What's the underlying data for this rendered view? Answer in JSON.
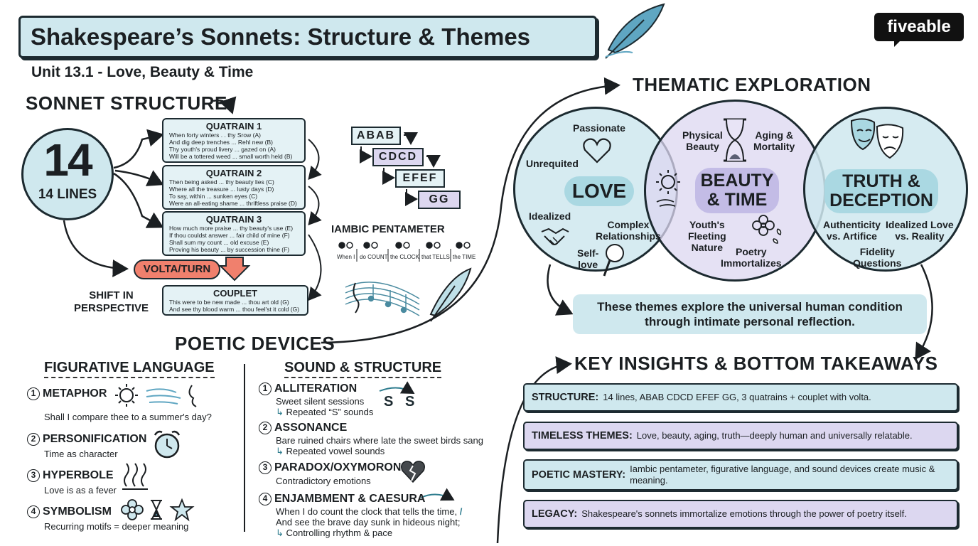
{
  "header": {
    "title": "Shakespeare’s Sonnets: Structure & Themes",
    "unit": "Unit 13.1 - Love, Beauty & Time",
    "logo": "fiveable"
  },
  "structure": {
    "heading": "SONNET STRUCTURE",
    "lines_number": "14",
    "lines_label": "14 LINES",
    "quatrains": [
      {
        "title": "QUATRAIN 1",
        "lines": [
          "When forty winters . . thy Srow (A)",
          "And dig deep trenches ... Rehl new (B)",
          "Thy youth's proud livery ... gazed on (A)",
          "Will be a tottered weed ... small worth held (B)"
        ]
      },
      {
        "title": "QUATRAIN 2",
        "lines": [
          "Then being asked ... thy beauty lies (C)",
          "Where all the treasure ... lusty days (D)",
          "To say, within ... sunken eyes (C)",
          "Were an all-eating shame ... thriftless praise (D)"
        ]
      },
      {
        "title": "QUATRAIN 3",
        "lines": [
          "How much more praise ... thy beauty's use (E)",
          "If thou couldst answer ... fair child of mine (F)",
          "Shall sum my count ... old excuse (E)",
          "Proving his beauty ... by succession thine (F)"
        ]
      }
    ],
    "couplet": {
      "title": "COUPLET",
      "lines": [
        "This were to be new made ... thou art old (G)",
        "And see thy blood warm ... thou feel'st it cold (G)"
      ]
    },
    "volta": "VOLTA/TURN",
    "shift": "SHIFT IN\nPERSPECTIVE",
    "rhyme": [
      "ABAB",
      "CDCD",
      "EFEF",
      "GG"
    ],
    "iambic_title": "IAMBIC PENTAMETER",
    "iambic_feet": [
      "When I",
      "do COUNT",
      "the CLOCK",
      "that TELLS",
      "the TIME"
    ]
  },
  "devices": {
    "heading": "POETIC DEVICES",
    "figurative": {
      "heading": "FIGURATIVE LANGUAGE",
      "items": [
        {
          "num": "1",
          "name": "METAPHOR",
          "desc": "Shall I compare thee to a summer's day?"
        },
        {
          "num": "2",
          "name": "PERSONIFICATION",
          "desc": "Time as character"
        },
        {
          "num": "3",
          "name": "HYPERBOLE",
          "desc": "Love is as a fever"
        },
        {
          "num": "4",
          "name": "SYMBOLISM",
          "desc": "Recurring motifs = deeper meaning"
        }
      ]
    },
    "sound": {
      "heading": "SOUND & STRUCTURE",
      "items": [
        {
          "num": "1",
          "name": "ALLITERATION",
          "desc": "Sweet silent sessions",
          "note": "Repeated “S” sounds"
        },
        {
          "num": "2",
          "name": "ASSONANCE",
          "desc": "Bare ruined chairs where late the sweet birds sang",
          "note": "Repeated vowel sounds"
        },
        {
          "num": "3",
          "name": "PARADOX/OXYMORON",
          "desc": "Contradictory emotions"
        },
        {
          "num": "4",
          "name": "ENJAMBMENT & CAESURA",
          "desc": "When I do count the clock that tells the time,",
          "desc2": "And see the brave day sunk in hideous night;",
          "note": "Controlling rhythm & pace"
        }
      ],
      "s_letters": [
        "S",
        "S"
      ]
    }
  },
  "themes": {
    "heading": "THEMATIC EXPLORATION",
    "love": {
      "name": "LOVE",
      "labels": [
        "Passionate",
        "Unrequited",
        "Idealized",
        "Complex\nRelationships",
        "Self-\nlove"
      ]
    },
    "beauty": {
      "name": "BEAUTY\n& TIME",
      "labels": [
        "Physical\nBeauty",
        "Aging &\nMortality",
        "Youth's\nFleeting\nNature",
        "Poetry\nImmortalizes"
      ]
    },
    "truth": {
      "name": "TRUTH &\nDECEPTION",
      "labels": [
        "Authenticity\nvs. Artifice",
        "Idealized Love\nvs. Reality",
        "Fidelity\nQuestions"
      ]
    },
    "summary": "These themes explore the universal human condition\nthrough intimate personal reflection."
  },
  "takeaways": {
    "heading": "KEY INSIGHTS & BOTTOM TAKEAWAYS",
    "items": [
      {
        "head": "STRUCTURE:",
        "body": "14 lines, ABAB CDCD EFEF GG, 3 quatrains + couplet with volta."
      },
      {
        "head": "TIMELESS THEMES:",
        "body": "Love, beauty, aging, truth—deeply human and universally relatable."
      },
      {
        "head": "POETIC MASTERY:",
        "body": "Iambic pentameter, figurative language, and sound devices create music & meaning."
      },
      {
        "head": "LEGACY:",
        "body": "Shakespeare's sonnets immortalize emotions through the power of poetry itself."
      }
    ]
  },
  "colors": {
    "teal": "#cfe8ee",
    "lavender": "#dcd7f0",
    "coral": "#f0806d",
    "ink": "#1c2a30"
  }
}
